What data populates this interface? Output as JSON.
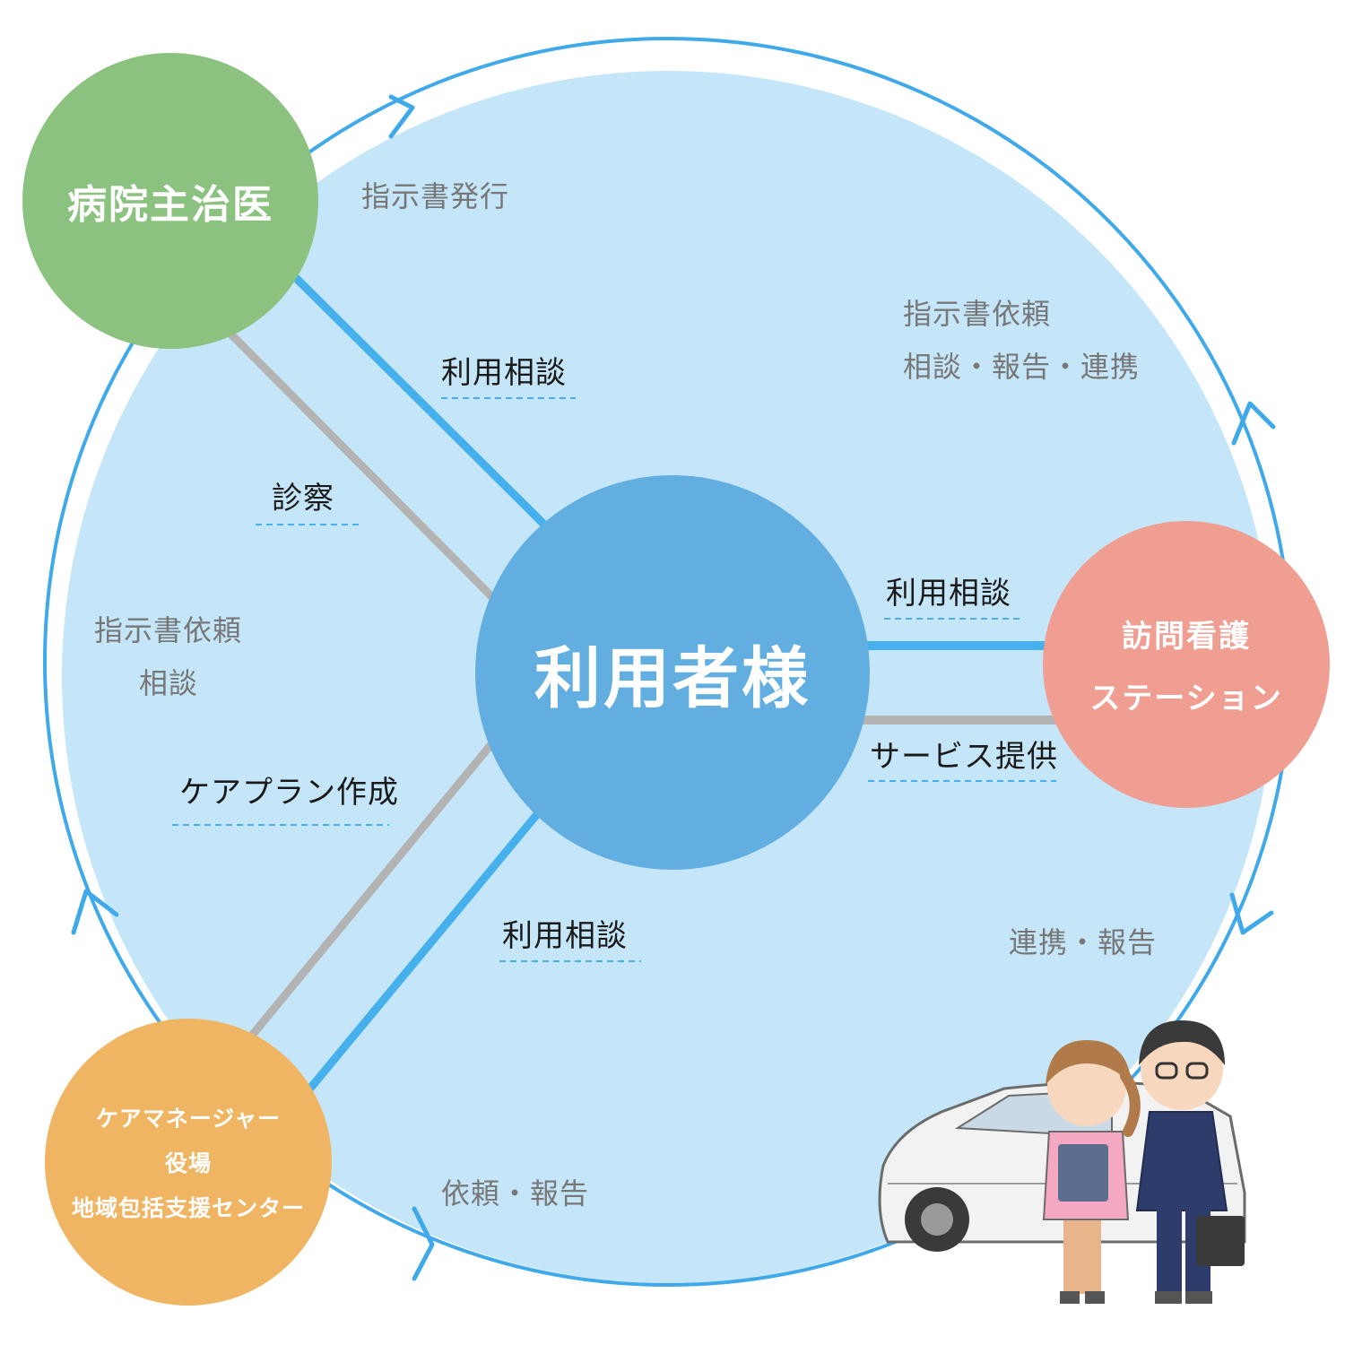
{
  "nodes": {
    "center": {
      "label": "利用者様",
      "color": "#63aee0"
    },
    "doctor": {
      "label": "病院主治医",
      "color": "#8cc280"
    },
    "station": {
      "line1": "訪問看護",
      "line2": "ステーション",
      "color": "#f09e92"
    },
    "care": {
      "line1": "ケアマネージャー",
      "line2": "役場",
      "line3": "地域包括支援センター",
      "color": "#efb562"
    }
  },
  "links": {
    "doctor_consult": "利用相談",
    "exam": "診察",
    "station_consult": "利用相談",
    "service": "サービス提供",
    "care_plan": "ケアプラン作成",
    "care_consult": "利用相談"
  },
  "flows": {
    "top_left": "指示書発行",
    "top_right_1": "指示書依頼",
    "top_right_2": "相談・報告・連携",
    "left_1": "指示書依頼",
    "left_2": "相談",
    "bottom_right": "連携・報告",
    "bottom": "依頼・報告"
  },
  "colors": {
    "disc": "#c4e6f8",
    "ring": "#3fa9ea",
    "blue_line": "#45b0ec",
    "gray_line": "#b3b3b3",
    "dash": "#45b0ec"
  }
}
